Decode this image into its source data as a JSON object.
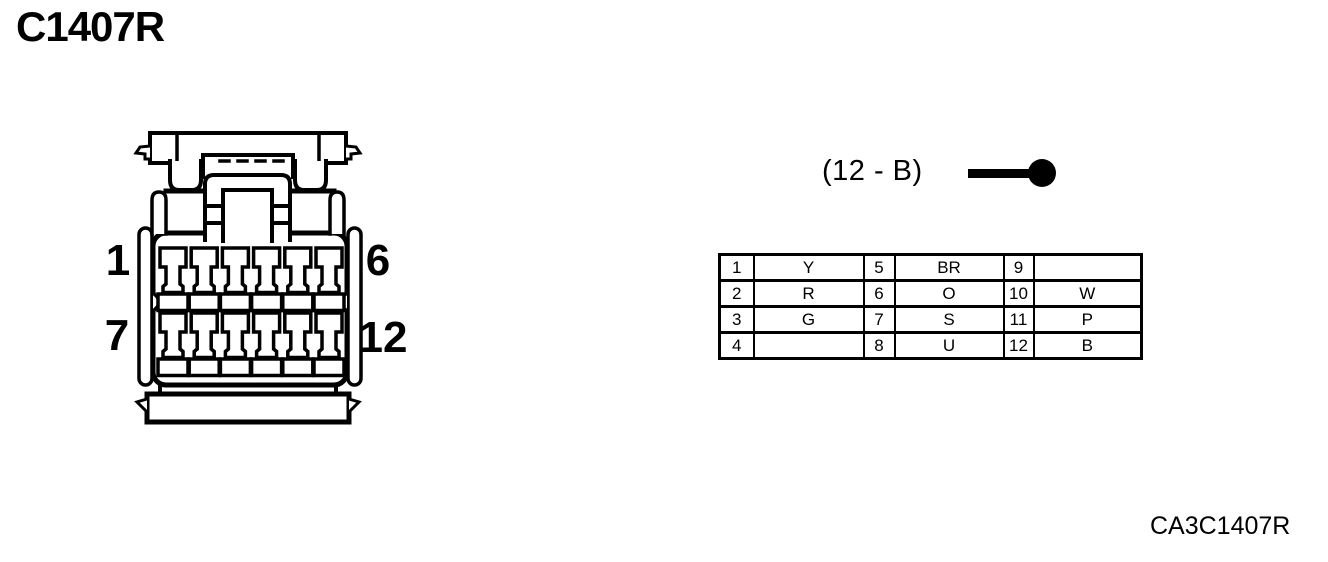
{
  "title": "C1407R",
  "footer_code": "CA3C1407R",
  "probe": {
    "label": "(12 - B)",
    "icon": "circuit-probe-icon"
  },
  "connector": {
    "description": "12-pin connector, front view, 2 rows of 6 terminals",
    "pin_labels": {
      "top_left": "1",
      "top_right": "6",
      "bottom_left": "7",
      "bottom_right": "12"
    }
  },
  "pin_table": {
    "rows": [
      [
        "1",
        "Y",
        "5",
        "BR",
        "9",
        ""
      ],
      [
        "2",
        "R",
        "6",
        "O",
        "10",
        "W"
      ],
      [
        "3",
        "G",
        "7",
        "S",
        "11",
        "P"
      ],
      [
        "4",
        "",
        "8",
        "U",
        "12",
        "B"
      ]
    ]
  },
  "colors": {
    "ink": "#000000",
    "background": "#ffffff"
  }
}
